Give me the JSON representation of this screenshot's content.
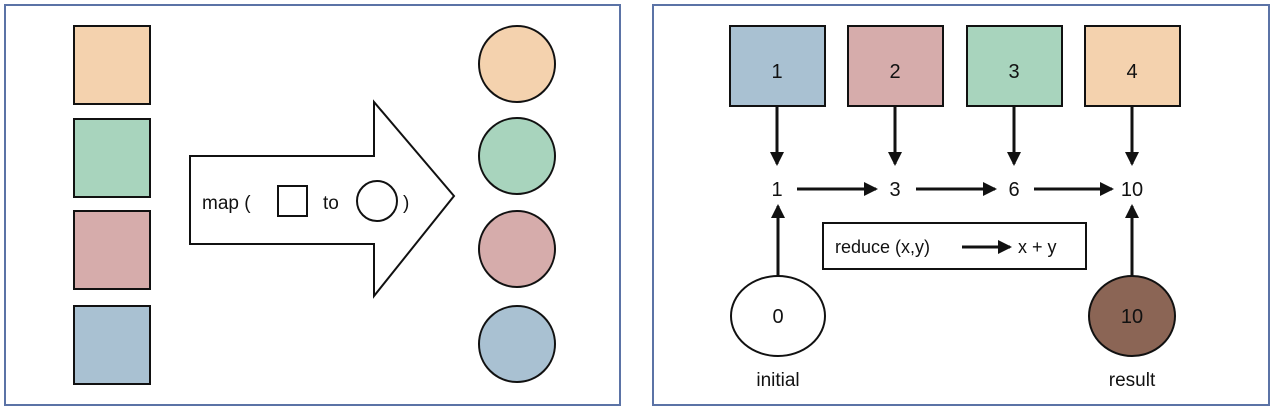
{
  "map_panel": {
    "label_prefix": "map (",
    "label_middle": "to",
    "label_suffix": ")",
    "input_squares": [
      {
        "color": "#f4d2ae"
      },
      {
        "color": "#a8d4bd"
      },
      {
        "color": "#d6acab"
      },
      {
        "color": "#a9c1d2"
      }
    ],
    "output_circles": [
      {
        "color": "#f4d2ae"
      },
      {
        "color": "#a8d4bd"
      },
      {
        "color": "#d6acab"
      },
      {
        "color": "#a9c1d2"
      }
    ]
  },
  "reduce_panel": {
    "inputs": [
      {
        "label": "1",
        "color": "#a9c1d2"
      },
      {
        "label": "2",
        "color": "#d6acab"
      },
      {
        "label": "3",
        "color": "#a8d4bd"
      },
      {
        "label": "4",
        "color": "#f4d2ae"
      }
    ],
    "accumulators": [
      "1",
      "3",
      "6",
      "10"
    ],
    "function_label_left": "reduce (x,y)",
    "function_label_right": "x + y",
    "initial_value": "0",
    "initial_label": "initial",
    "initial_color": "#ffffff",
    "result_value": "10",
    "result_label": "result",
    "result_color": "#8b6555"
  },
  "colors": {
    "panel_border": "#5b73a6",
    "stroke": "#111111"
  }
}
